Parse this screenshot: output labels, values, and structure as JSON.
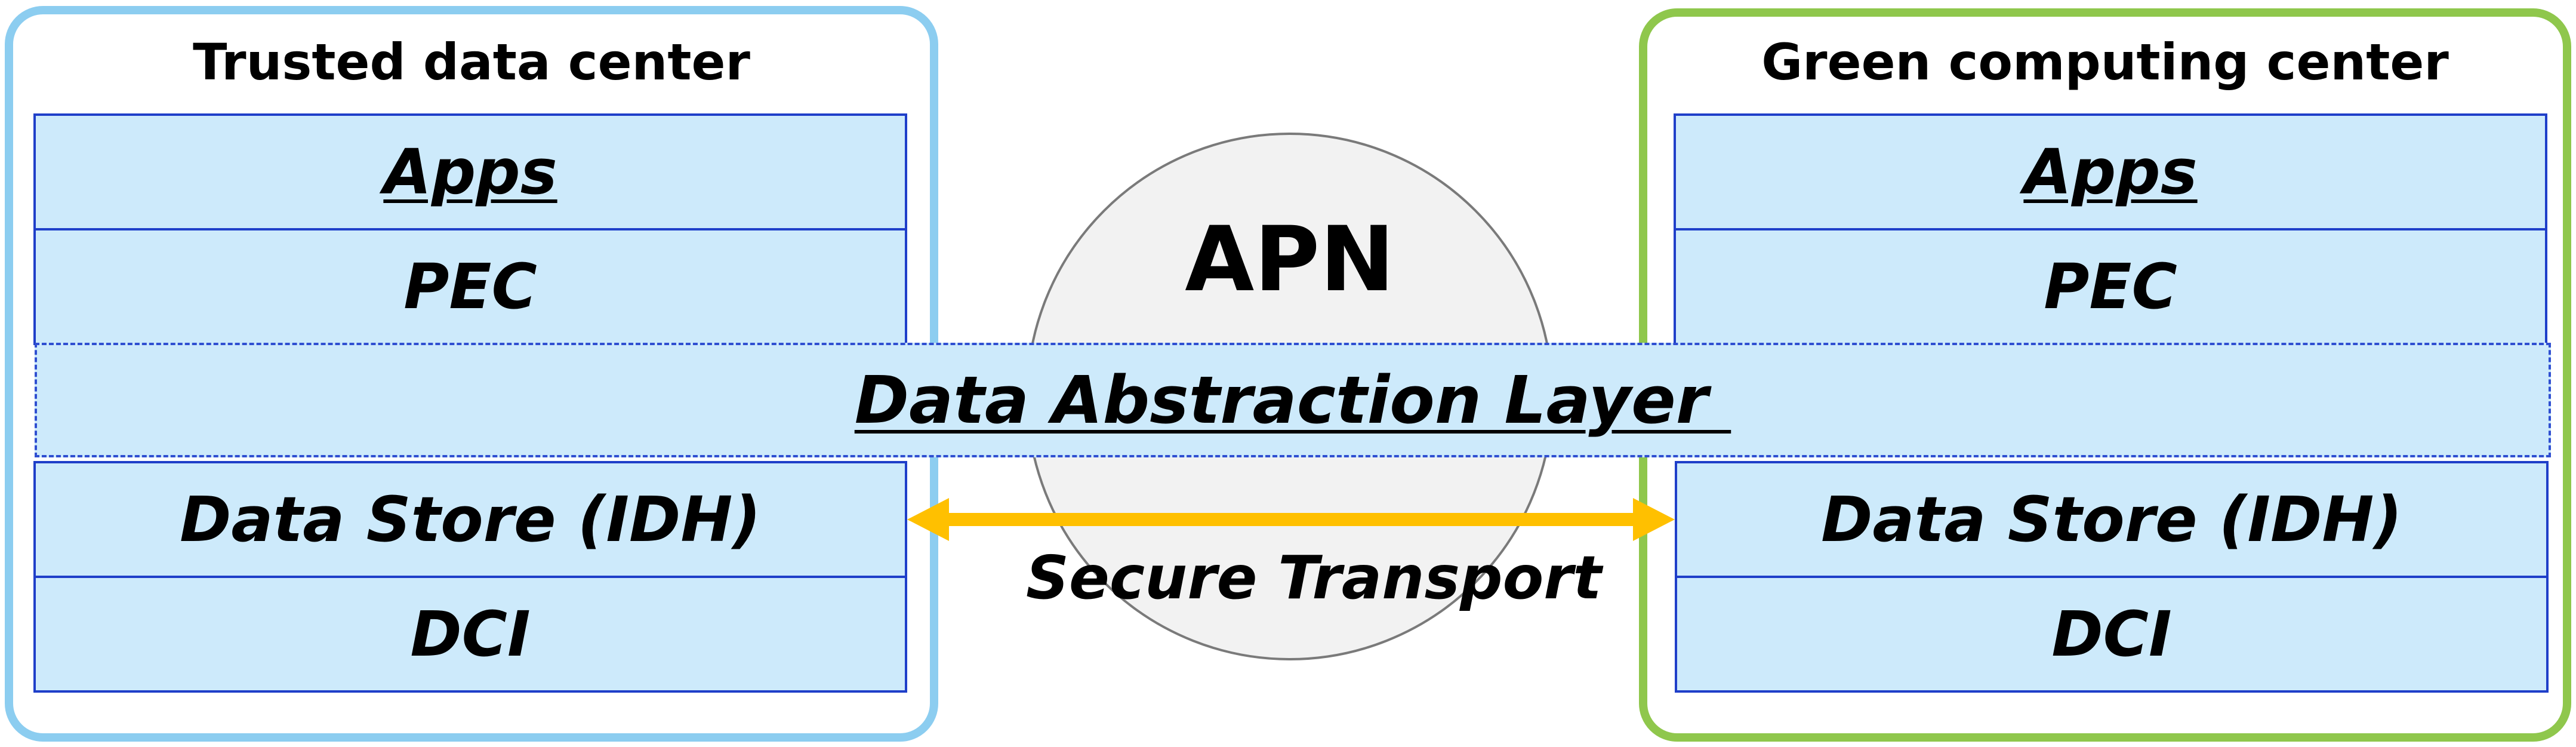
{
  "left_center": {
    "title": "Trusted data center",
    "layers": [
      "Apps",
      "PEC",
      "Data Store (IDH)",
      "DCI"
    ]
  },
  "right_center": {
    "title": "Green computing center",
    "layers": [
      "Apps",
      "PEC",
      "Data Store (IDH)",
      "DCI"
    ]
  },
  "apn": {
    "label": "APN"
  },
  "shared_layer": {
    "label": "Data Abstraction Layer "
  },
  "transport": {
    "label": "Secure Transport"
  },
  "colors": {
    "left_border": "#8ccdf0",
    "right_border": "#8fc74c",
    "layer_fill": "#cdeafb",
    "layer_border": "#1f3fc9",
    "arrow": "#ffc000",
    "circle_fill": "#f2f2f2"
  }
}
